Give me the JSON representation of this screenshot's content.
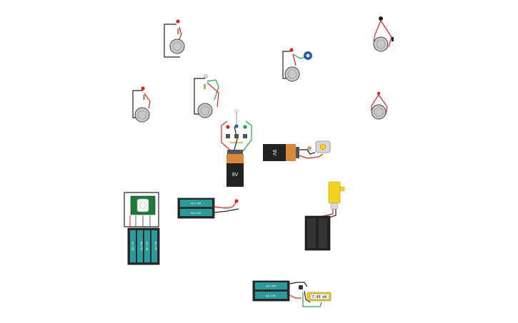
{
  "battery_9v": {
    "label_vertical": "9V",
    "label_horizontal": "9V"
  },
  "battery_packs": {
    "aa_label": "AA 1.5V"
  },
  "multimeter": {
    "reading": "7.49 mV"
  },
  "colors": {
    "wire_red": "#d9261c",
    "wire_green": "#1fa34a",
    "wire_black": "#222222",
    "wire_orange": "#e88a1a",
    "battery_teal": "#2a9a9a",
    "battery_orange": "#d8893a",
    "motor_yellow": "#f3d21f",
    "buzzer_gray": "#c8c8c8"
  }
}
